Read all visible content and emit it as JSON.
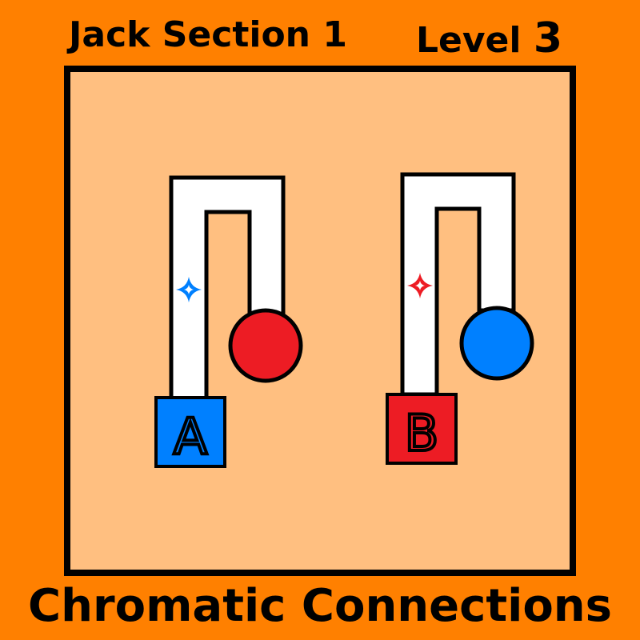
{
  "header": {
    "section": "Jack Section 1",
    "level_word": "Level",
    "level_number": "3"
  },
  "footer": {
    "title": "Chromatic Connections"
  },
  "colors": {
    "background": "#ff8000",
    "board": "#ffbf80",
    "red": "#ed1c24",
    "blue": "#0080ff",
    "pipe": "#ffffff",
    "outline": "#000000"
  },
  "board": {
    "puzzles": [
      {
        "label": "A",
        "box_color": "blue",
        "ball_color": "red",
        "sparkle_color": "blue"
      },
      {
        "label": "B",
        "box_color": "red",
        "ball_color": "blue",
        "sparkle_color": "red"
      }
    ]
  }
}
